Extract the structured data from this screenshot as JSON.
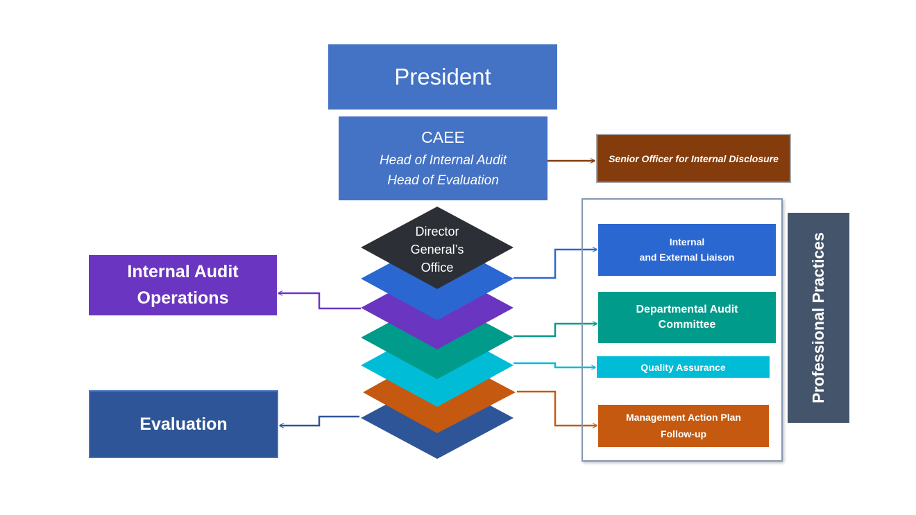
{
  "president": "President",
  "caee": {
    "title": "CAEE",
    "line1": "Head of Internal Audit",
    "line2": "Head of Evaluation"
  },
  "senior_officer": "Senior Officer for Internal Disclosure",
  "dg_office": {
    "line1": "Director",
    "line2": "General’s",
    "line3": "Office"
  },
  "internal_audit_operations": {
    "line1": "Internal Audit",
    "line2": "Operations"
  },
  "evaluation": "Evaluation",
  "professional_practices": "Professional Practices",
  "liaison": {
    "line1": "Internal",
    "line2": "and External Liaison"
  },
  "dac": {
    "line1": "Departmental Audit",
    "line2": "Committee"
  },
  "quality_assurance": "Quality Assurance",
  "map": {
    "line1": "Management Action Plan",
    "line2": "Follow-up"
  },
  "colors": {
    "blue": "#4472c4",
    "brown": "#843c0c",
    "royal_blue": "#2b67d0",
    "purple": "#6a35c0",
    "teal": "#009b8a",
    "cyan": "#00bcd7",
    "orange": "#c5590f",
    "navy": "#2e5597",
    "dark": "#2d2f36",
    "slate": "#44546a"
  }
}
